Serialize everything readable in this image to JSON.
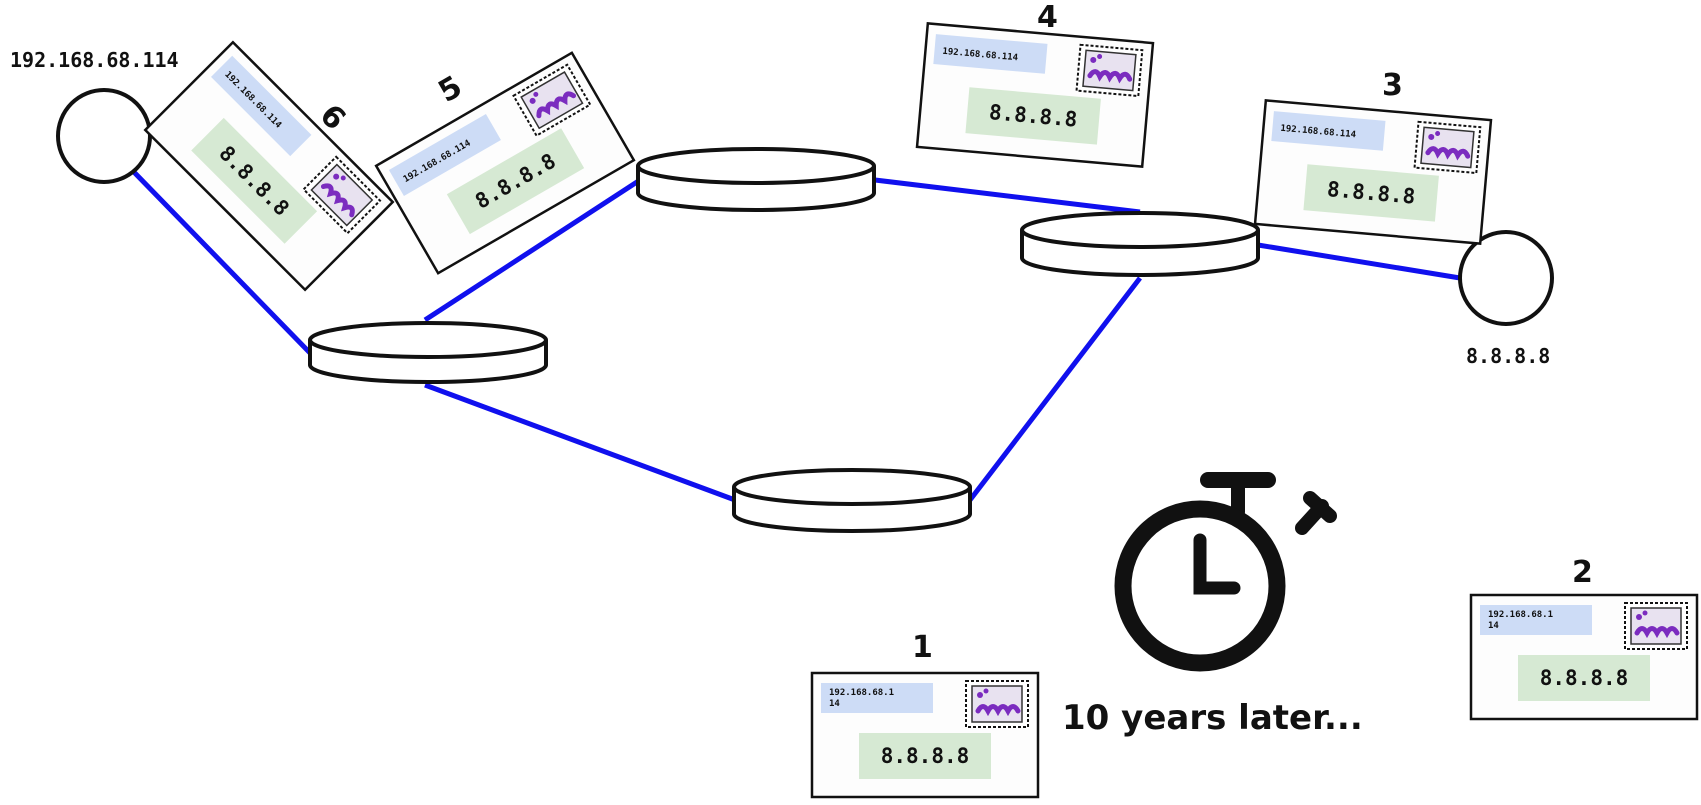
{
  "colors": {
    "link": "#1010ee",
    "from_box": "#cddcf6",
    "to_box": "#d6e9d3",
    "stamp_fill": "#e8e2f0",
    "stamp_art": "#7b2cbf",
    "outline": "#111111"
  },
  "hosts": {
    "source_ip": "192.168.68.114",
    "destination_ip": "8.8.8.8"
  },
  "letters": [
    {
      "step": "1",
      "from": "192.168.68.1\n14",
      "to": "8.8.8.8",
      "icon": "postage-stamp-icon"
    },
    {
      "step": "2",
      "from": "192.168.68.1\n14",
      "to": "8.8.8.8",
      "icon": "postage-stamp-icon"
    },
    {
      "step": "3",
      "from": "192.168.68.114",
      "to": "8.8.8.8",
      "icon": "postage-stamp-icon"
    },
    {
      "step": "4",
      "from": "192.168.68.114",
      "to": "8.8.8.8",
      "icon": "postage-stamp-icon"
    },
    {
      "step": "5",
      "from": "192.168.68.114",
      "to": "8.8.8.8",
      "icon": "postage-stamp-icon"
    },
    {
      "step": "6",
      "from": "192.168.68.114",
      "to": "8.8.8.8",
      "icon": "postage-stamp-icon"
    }
  ],
  "timer_icon": "stopwatch-icon",
  "caption": "10 years later..."
}
